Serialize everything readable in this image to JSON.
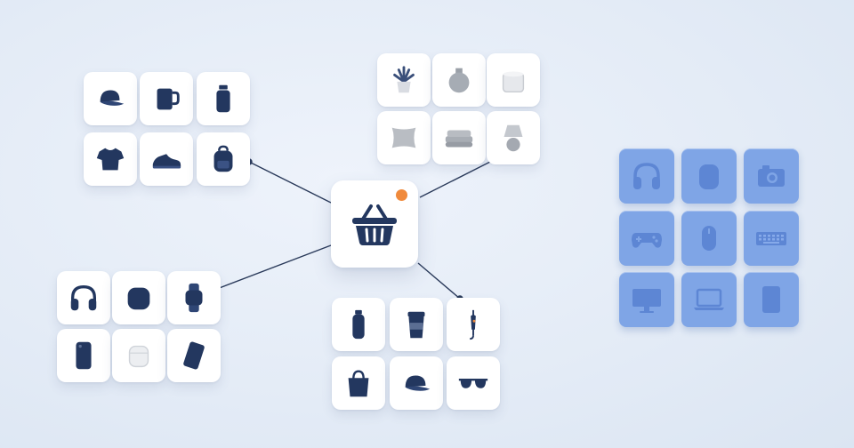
{
  "scene": {
    "hub": {
      "icon": "shopping-basket-icon",
      "badge_color": "#f08a3c"
    },
    "clusters": [
      {
        "id": "apparel",
        "icons": [
          "cap-icon",
          "mug-icon",
          "bottle-icon",
          "tshirt-icon",
          "sneaker-icon",
          "backpack-icon"
        ]
      },
      {
        "id": "home",
        "icons": [
          "plant-icon",
          "vase-icon",
          "candle-icon",
          "pillow-icon",
          "towel-icon",
          "lamp-icon"
        ]
      },
      {
        "id": "electronics",
        "icons": [
          "headphones-icon",
          "smart-speaker-icon",
          "smartwatch-icon",
          "phone-icon",
          "earbuds-icon",
          "smartphone-icon"
        ]
      },
      {
        "id": "accessories",
        "icons": [
          "water-bottle-icon",
          "tumbler-icon",
          "umbrella-icon",
          "tote-bag-icon",
          "cap-icon",
          "sunglasses-icon"
        ]
      },
      {
        "id": "tech-blue",
        "icons": [
          "headphones-icon",
          "speaker-icon",
          "camera-icon",
          "gamepad-icon",
          "mouse-icon",
          "keyboard-icon",
          "monitor-icon",
          "laptop-icon",
          "tablet-icon"
        ]
      }
    ],
    "colors": {
      "navy": "#23375f",
      "tile": "#ffffff",
      "blue_tile": "#7fa5e6",
      "blue_icon": "#5d86d4",
      "background": "#e3ebf6"
    }
  }
}
